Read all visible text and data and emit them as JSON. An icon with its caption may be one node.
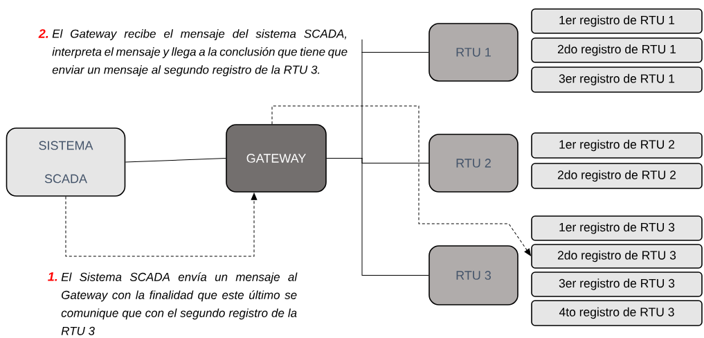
{
  "diagram": {
    "nodes": [
      {
        "text": [
          "SISTEMA SCADA"
        ]
      },
      {
        "text": [
          "GATEWAY"
        ]
      },
      {
        "text": [
          "RTU 1"
        ]
      },
      {
        "text": [
          "RTU 2"
        ]
      },
      {
        "text": [
          "RTU 3"
        ]
      },
      {
        "text": [
          "1er registro de RTU 1"
        ]
      },
      {
        "text": [
          "2do registro de RTU 1"
        ]
      },
      {
        "text": [
          "3er registro de RTU 1"
        ]
      },
      {
        "text": [
          "1er registro de RTU 2"
        ]
      },
      {
        "text": [
          "2do registro de RTU 2"
        ]
      },
      {
        "text": [
          "1er registro de RTU 3"
        ]
      },
      {
        "text": [
          "2do registro de RTU 3"
        ]
      },
      {
        "text": [
          "3er registro de RTU 3"
        ]
      },
      {
        "text": [
          "4to registro de RTU 3"
        ]
      }
    ],
    "edges": [
      {
        "from": 0,
        "to": 1,
        "arrow": "none"
      },
      {
        "from": 1,
        "to": 2,
        "arrow": "none"
      },
      {
        "from": 1,
        "to": 3,
        "arrow": "none"
      },
      {
        "from": 1,
        "to": 4,
        "arrow": "none"
      },
      {
        "from": 0,
        "to": 1,
        "arrow": "to",
        "style": "dashed"
      },
      {
        "from": 1,
        "to": 11,
        "arrow": "to",
        "style": "dashed"
      }
    ],
    "labels": [
      "2.",
      "El Gateway recibe el mensaje del sistema SCADA, interpreta el mensaje y llega a la conclusión que tiene que enviar un mensaje al segundo registro de la RTU 3.",
      "1.",
      "El Sistema SCADA envía un mensaje al Gateway con la finalidad que este último se comunique que con el segundo registro de la RTU 3"
    ]
  }
}
